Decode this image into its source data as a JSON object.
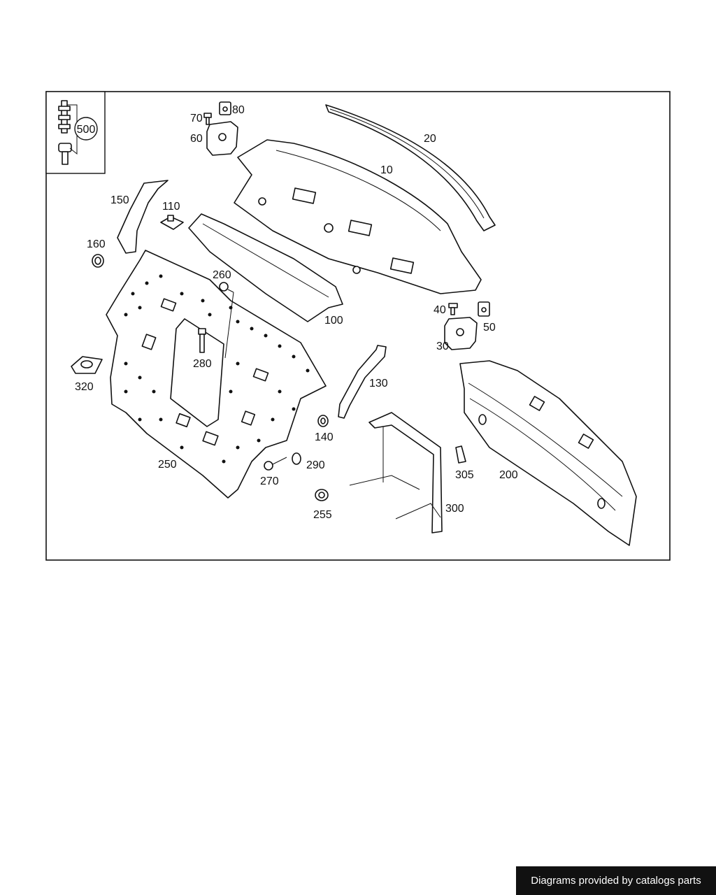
{
  "diagram": {
    "callout_box": {
      "number": "500"
    },
    "parts": [
      {
        "id": "p10",
        "label": "10"
      },
      {
        "id": "p20",
        "label": "20"
      },
      {
        "id": "p30",
        "label": "30"
      },
      {
        "id": "p40",
        "label": "40"
      },
      {
        "id": "p50",
        "label": "50"
      },
      {
        "id": "p60",
        "label": "60"
      },
      {
        "id": "p70",
        "label": "70"
      },
      {
        "id": "p80",
        "label": "80"
      },
      {
        "id": "p100",
        "label": "100"
      },
      {
        "id": "p110",
        "label": "110"
      },
      {
        "id": "p130",
        "label": "130"
      },
      {
        "id": "p140",
        "label": "140"
      },
      {
        "id": "p150",
        "label": "150"
      },
      {
        "id": "p160",
        "label": "160"
      },
      {
        "id": "p200",
        "label": "200"
      },
      {
        "id": "p250",
        "label": "250"
      },
      {
        "id": "p255",
        "label": "255"
      },
      {
        "id": "p260",
        "label": "260"
      },
      {
        "id": "p270",
        "label": "270"
      },
      {
        "id": "p280",
        "label": "280"
      },
      {
        "id": "p290",
        "label": "290"
      },
      {
        "id": "p300",
        "label": "300"
      },
      {
        "id": "p305",
        "label": "305"
      },
      {
        "id": "p320",
        "label": "320"
      }
    ]
  },
  "footer": {
    "text": "Diagrams provided by catalogs parts"
  }
}
